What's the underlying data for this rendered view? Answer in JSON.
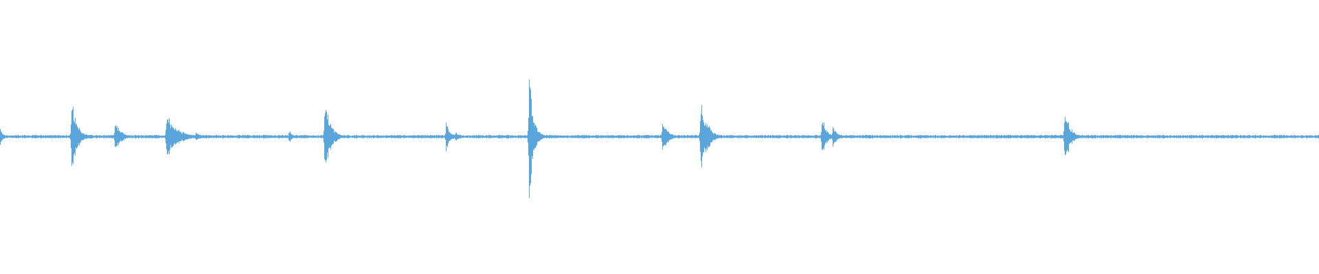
{
  "waveform": {
    "color": "#5aa6dc",
    "baseline_color": "#5aa6dc",
    "duration": 1.0,
    "peak_scale": 1.0,
    "events": [
      {
        "t": 0.0,
        "amp": 0.12,
        "decay": 0.002
      },
      {
        "t": 0.054,
        "amp": 0.55,
        "decay": 0.004
      },
      {
        "t": 0.087,
        "amp": 0.25,
        "decay": 0.004
      },
      {
        "t": 0.126,
        "amp": 0.32,
        "decay": 0.008
      },
      {
        "t": 0.148,
        "amp": 0.06,
        "decay": 0.004
      },
      {
        "t": 0.219,
        "amp": 0.12,
        "decay": 0.002
      },
      {
        "t": 0.246,
        "amp": 0.6,
        "decay": 0.004
      },
      {
        "t": 0.338,
        "amp": 0.22,
        "decay": 0.003
      },
      {
        "t": 0.345,
        "amp": 0.07,
        "decay": 0.004
      },
      {
        "t": 0.401,
        "amp": 1.0,
        "decay": 0.003
      },
      {
        "t": 0.502,
        "amp": 0.24,
        "decay": 0.004
      },
      {
        "t": 0.531,
        "amp": 0.58,
        "decay": 0.004
      },
      {
        "t": 0.536,
        "amp": 0.22,
        "decay": 0.004
      },
      {
        "t": 0.623,
        "amp": 0.34,
        "decay": 0.003
      },
      {
        "t": 0.631,
        "amp": 0.14,
        "decay": 0.004
      },
      {
        "t": 0.807,
        "amp": 0.45,
        "decay": 0.004
      }
    ]
  }
}
